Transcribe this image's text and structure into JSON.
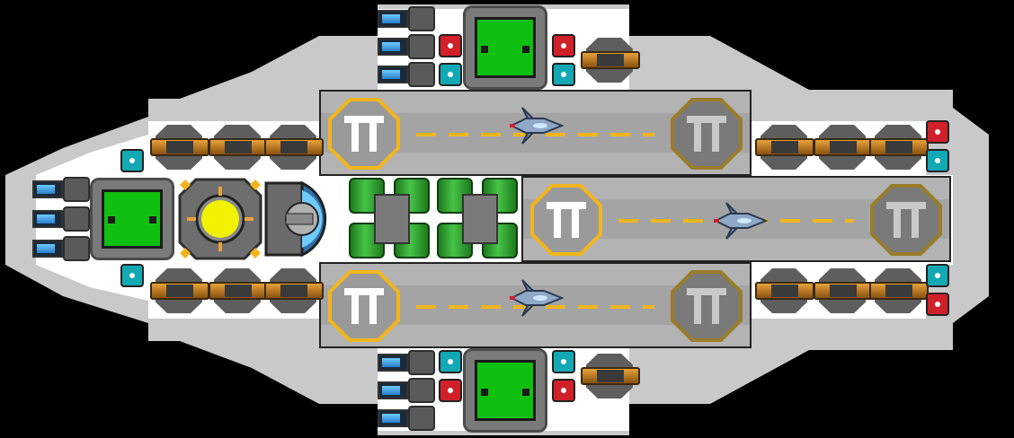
{
  "screen": {
    "title": "",
    "background": "#000000"
  },
  "ship": {
    "hull_color": "#c9c9c9",
    "hull_edge_color": "#ffffff",
    "accent_colors": {
      "hangar_marking": "#f3b51c",
      "room_green": "#10c010",
      "reactor_yellow": "#f2f200",
      "node_red": "#d0202a",
      "node_cyan": "#12a9b5",
      "thruster_blue": "#6ecbff",
      "weapon_orange": "#e8a23a"
    },
    "hangars": [
      {
        "name": "hangar-top",
        "pads": [
          "lit",
          "dim"
        ],
        "craft_icon": "fighter-icon"
      },
      {
        "name": "hangar-middle",
        "pads": [
          "lit",
          "dim"
        ],
        "craft_icon": "fighter-icon"
      },
      {
        "name": "hangar-bottom",
        "pads": [
          "lit",
          "dim"
        ],
        "craft_icon": "fighter-icon"
      }
    ],
    "systems": [
      {
        "name": "shield-room",
        "icon": "shield-icon"
      },
      {
        "name": "reactor-core",
        "icon": "reactor-icon"
      },
      {
        "name": "engine-bay",
        "icon": "engine-icon"
      },
      {
        "name": "fuel-tanks",
        "icon": "fuel-icon"
      }
    ]
  }
}
